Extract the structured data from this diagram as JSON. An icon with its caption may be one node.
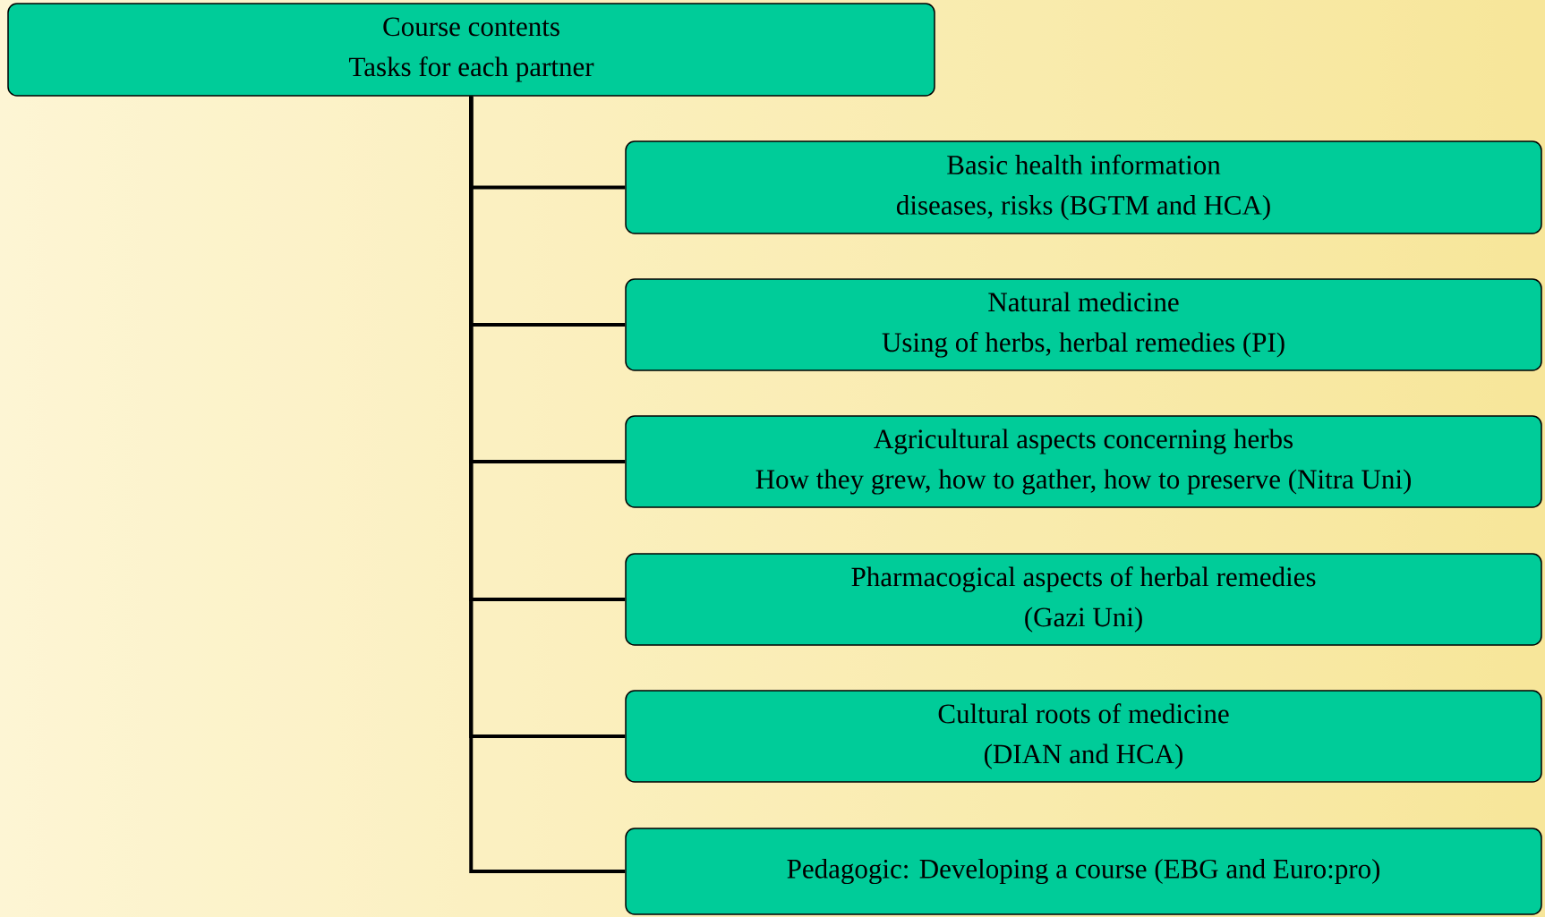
{
  "diagram": {
    "nodes": [
      {
        "text": [
          "Course contents",
          "Tasks for each partner"
        ]
      },
      {
        "text": [
          "Basic health information",
          "diseases, risks (BGTM and HCA)"
        ]
      },
      {
        "text": [
          "Natural medicine",
          "Using of herbs, herbal remedies (PI)"
        ]
      },
      {
        "text": [
          "Agricultural aspects concerning herbs",
          "How they grew, how to gather, how to preserve (Nitra Uni)"
        ]
      },
      {
        "text": [
          "Pharmacogical aspects of herbal remedies",
          "(Gazi Uni)"
        ]
      },
      {
        "text": [
          "Cultural roots of medicine",
          "(DIAN and HCA)"
        ]
      },
      {
        "text": [
          "Pedagogic: Developing a course (EBG and Euro:pro)"
        ]
      }
    ],
    "edges": [
      {
        "from": 0,
        "to": 1,
        "arrow": "none"
      },
      {
        "from": 0,
        "to": 2,
        "arrow": "none"
      },
      {
        "from": 0,
        "to": 3,
        "arrow": "none"
      },
      {
        "from": 0,
        "to": 4,
        "arrow": "none"
      },
      {
        "from": 0,
        "to": 5,
        "arrow": "none"
      },
      {
        "from": 0,
        "to": 6,
        "arrow": "none"
      }
    ]
  }
}
